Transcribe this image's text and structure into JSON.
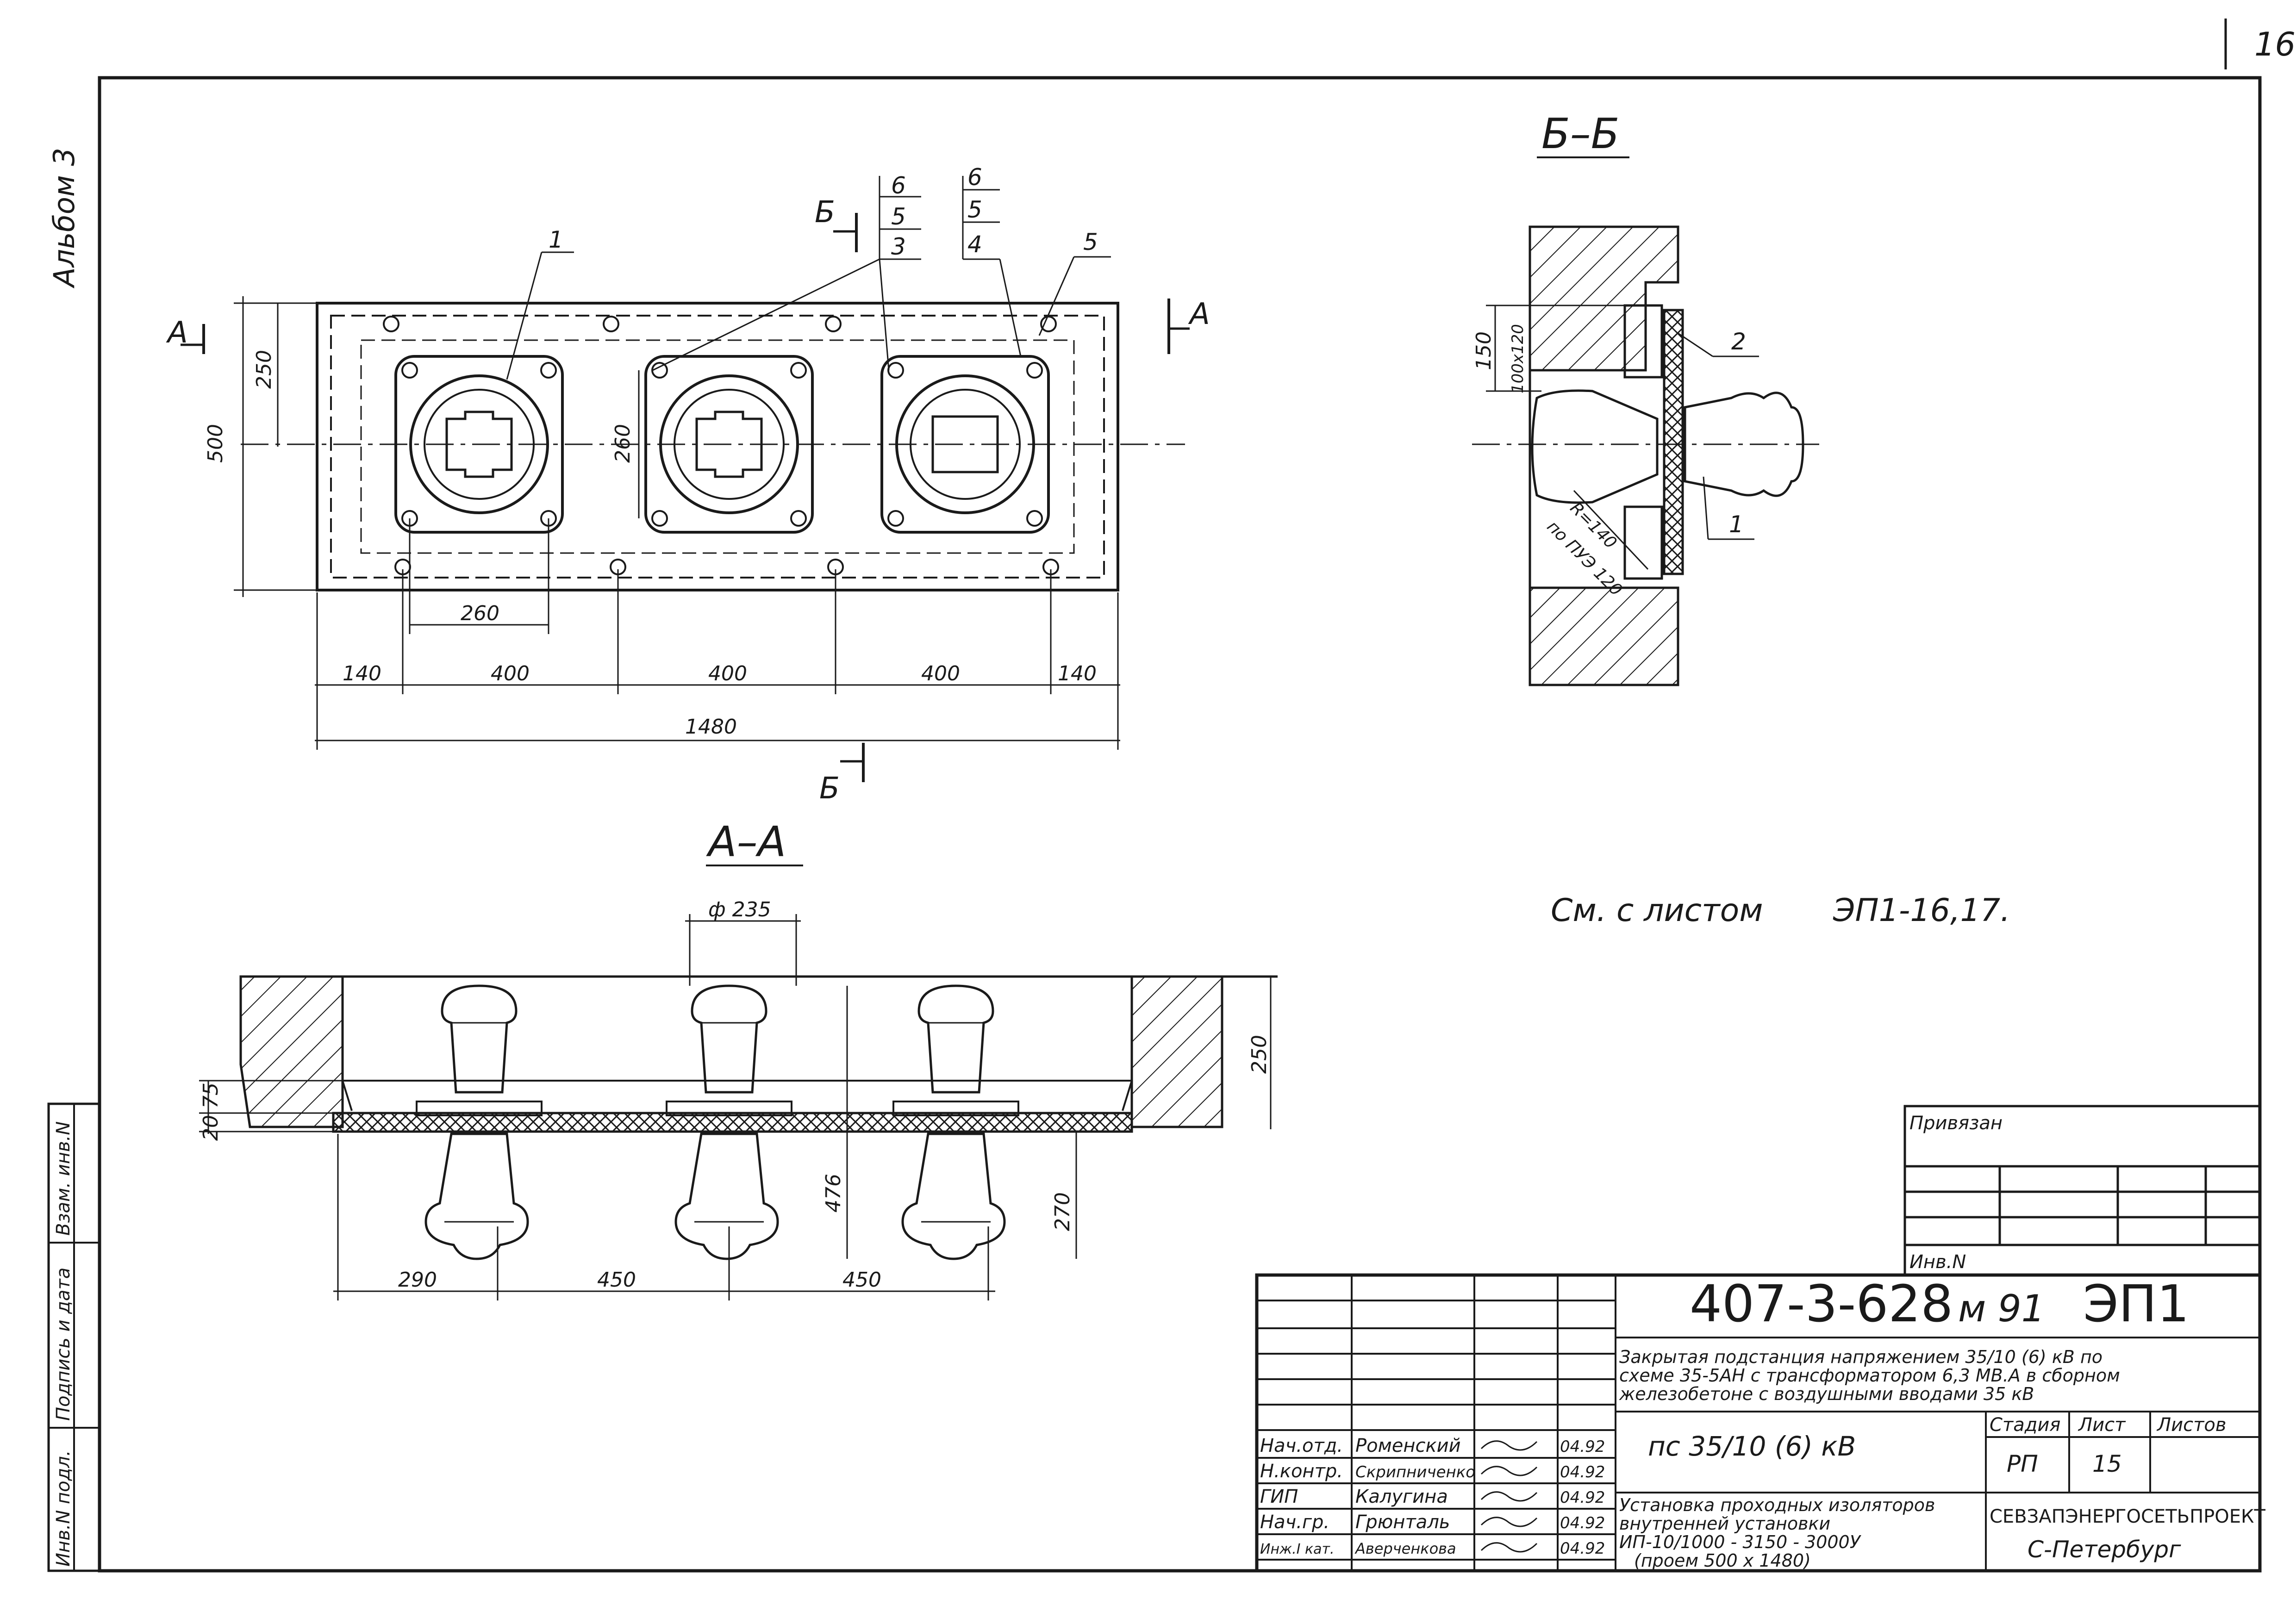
{
  "sheet": {
    "page_number": "16",
    "album": "Альбом 3",
    "margin_labels": {
      "inv_podl": "Инв.N подл.",
      "podpis": "Подпись и дата",
      "vzam": "Взам. инв.N"
    }
  },
  "plan_view": {
    "cut_A_left": "А",
    "cut_A_right": "А",
    "cut_B_top": "Б",
    "cut_B_bottom": "Б",
    "callouts": [
      "1",
      "5"
    ],
    "leader_stack_1": [
      "6",
      "5",
      "3"
    ],
    "leader_stack_2": [
      "6",
      "5",
      "4"
    ],
    "dims": {
      "d500": "500",
      "d250": "250",
      "d260_vert": "260",
      "d260_horiz": "260",
      "d140_left": "140",
      "d400_1": "400",
      "d400_2": "400",
      "d400_3": "400",
      "d140_right": "140",
      "d1480": "1480"
    }
  },
  "section_AA": {
    "title": "А–А",
    "dims": {
      "phi235": "ф 235",
      "d250": "250",
      "d75": "75",
      "d20": "20",
      "d476": "476",
      "d270": "270",
      "d290": "290",
      "d450_1": "450",
      "d450_2": "450"
    }
  },
  "section_BB": {
    "title": "Б–Б",
    "callouts": [
      "2",
      "1"
    ],
    "dims": {
      "d150": "150",
      "d_100x120": "100x120",
      "r140": "R=140",
      "note_pue": "по ПУЭ 120"
    }
  },
  "note": {
    "text": "См. с листом",
    "ref": "ЭП1-16,17."
  },
  "privyazan": {
    "title": "Привязан",
    "inv": "Инв.N"
  },
  "title_block": {
    "code": "407-3-628",
    "code_suffix": "м 91",
    "code_sheet": "ЭП1",
    "desc_line1": "Закрытая подстанция напряжением 35/10 (6) кВ по",
    "desc_line2": "схеме 35-5АН с трансформатором 6,3 МВ.А в сборном",
    "desc_line3": "железобетоне с воздушными вводами 35 кВ",
    "subtitle": "пс 35/10 (6) кВ",
    "drawing_line1": "Установка проходных изоляторов",
    "drawing_line2": "внутренней установки",
    "drawing_line3": "ИП-10/1000 - 3150 - 3000У",
    "drawing_line4": "(проем 500 х 1480)",
    "stage_header": "Стадия",
    "sheet_header": "Лист",
    "sheets_header": "Листов",
    "stage": "РП",
    "sheet": "15",
    "org": "СЕВЗАПЭНЕРГОСЕТЬПРОЕКТ",
    "city": "С-Петербург",
    "signers": [
      {
        "role": "Нач.отд.",
        "name": "Роменский",
        "date": "04.92"
      },
      {
        "role": "Н.контр.",
        "name": "Скрипниченко",
        "date": "04.92"
      },
      {
        "role": "ГИП",
        "name": "Калугина",
        "date": "04.92"
      },
      {
        "role": "Нач.гр.",
        "name": "Грюнталь",
        "date": "04.92"
      },
      {
        "role": "Инж.I кат.",
        "name": "Аверченкова",
        "date": "04.92"
      }
    ]
  }
}
